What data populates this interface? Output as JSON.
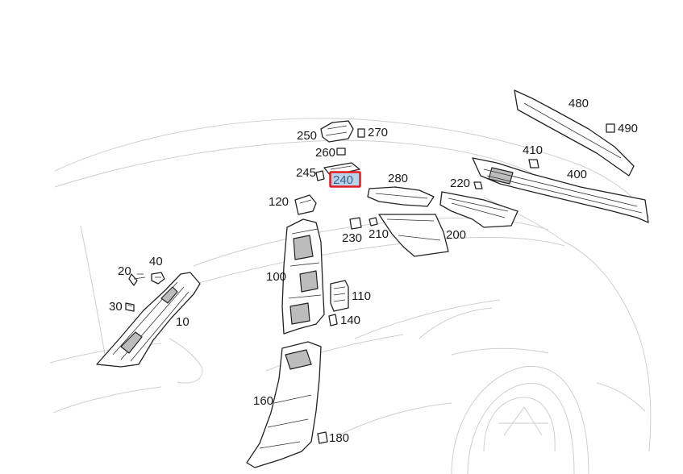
{
  "parts": [
    {
      "id": "p10",
      "label": "10"
    },
    {
      "id": "p20",
      "label": "20"
    },
    {
      "id": "p30",
      "label": "30"
    },
    {
      "id": "p40",
      "label": "40"
    },
    {
      "id": "p100",
      "label": "100"
    },
    {
      "id": "p110",
      "label": "110"
    },
    {
      "id": "p120",
      "label": "120"
    },
    {
      "id": "p140",
      "label": "140"
    },
    {
      "id": "p160",
      "label": "160"
    },
    {
      "id": "p180",
      "label": "180"
    },
    {
      "id": "p200",
      "label": "200"
    },
    {
      "id": "p210",
      "label": "210"
    },
    {
      "id": "p220",
      "label": "220"
    },
    {
      "id": "p230",
      "label": "230"
    },
    {
      "id": "p240",
      "label": "240"
    },
    {
      "id": "p245",
      "label": "245"
    },
    {
      "id": "p250",
      "label": "250"
    },
    {
      "id": "p260",
      "label": "260"
    },
    {
      "id": "p270",
      "label": "270"
    },
    {
      "id": "p280",
      "label": "280"
    },
    {
      "id": "p400",
      "label": "400"
    },
    {
      "id": "p410",
      "label": "410"
    },
    {
      "id": "p480",
      "label": "480"
    },
    {
      "id": "p490",
      "label": "490"
    }
  ],
  "selected_part": "240",
  "colors": {
    "highlight_border": "#e21b1b",
    "highlight_fill": "#b9d3ea",
    "part_stroke": "#222222",
    "car_outline": "#cfcfcf"
  }
}
